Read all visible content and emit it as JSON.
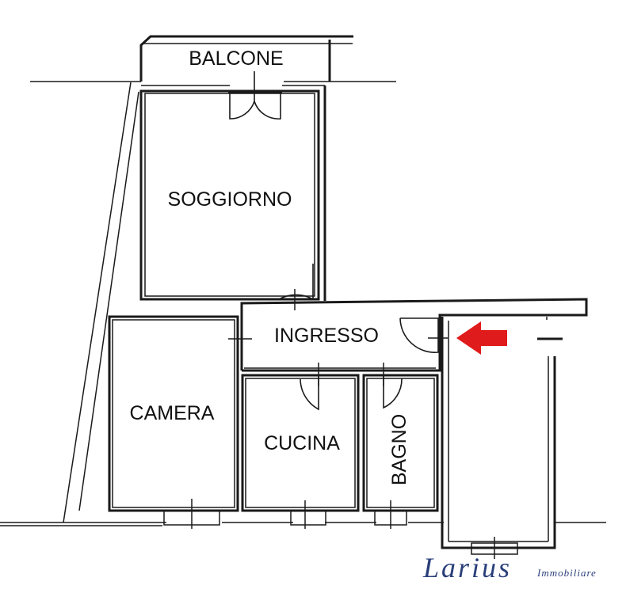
{
  "rooms": {
    "balcone": "BALCONE",
    "soggiorno": "SOGGIORNO",
    "ingresso": "INGRESSO",
    "camera": "CAMERA",
    "cucina": "CUCINA",
    "bagno": "BAGNO"
  },
  "logo": {
    "name": "Larius",
    "tagline": "Immobiliare"
  },
  "colors": {
    "walls": "#1a1a1a",
    "entrance_arrow": "#e01b1b",
    "logo": "#2a3f7a"
  },
  "icons": {
    "entrance": "arrow-left-icon"
  }
}
